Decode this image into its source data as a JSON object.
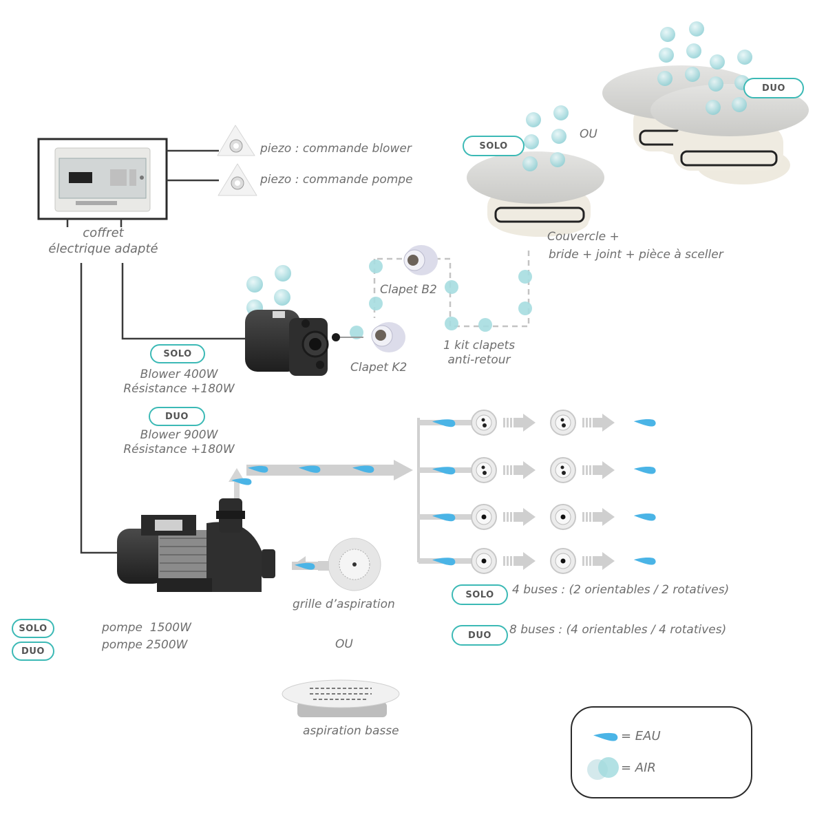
{
  "colors": {
    "water": "#4ab4e6",
    "air": "#9fd8dc",
    "accent_pill_border": "#3bb9b5",
    "wire": "#3a3a3a",
    "arrow": "#c9c9c9",
    "text": "#6e6e6e"
  },
  "coffret": {
    "label_line1": "coffret",
    "label_line2": "électrique adapté"
  },
  "piezo": [
    {
      "label": "piezo : commande blower"
    },
    {
      "label": "piezo : commande pompe"
    }
  ],
  "couvercle": {
    "or_label": "OU",
    "solo_pill": "SOLO",
    "duo_pill": "DUO",
    "caption_line1": "Couvercle +",
    "caption_line2": "bride + joint + pièce à sceller"
  },
  "clapets": {
    "b2": "Clapet B2",
    "k2": "Clapet K2",
    "kit_line1": "1 kit clapets",
    "kit_line2": "anti-retour"
  },
  "blower": {
    "solo_pill": "SOLO",
    "solo_line1": "Blower 400W",
    "solo_line2": "Résistance +180W",
    "duo_pill": "DUO",
    "duo_line1": "Blower 900W",
    "duo_line2": "Résistance +180W"
  },
  "buses": {
    "rows": [
      {
        "type": "orientable"
      },
      {
        "type": "orientable"
      },
      {
        "type": "rotative"
      },
      {
        "type": "rotative"
      }
    ],
    "solo_pill": "SOLO",
    "solo_text": "4 buses : (2 orientables / 2 rotatives)",
    "duo_pill": "DUO",
    "duo_text": "8 buses : (4 orientables / 4 rotatives)"
  },
  "pompe": {
    "solo_pill": "SOLO",
    "duo_pill": "DUO",
    "solo_text": "pompe  1500W",
    "duo_text": "pompe 2500W"
  },
  "aspiration": {
    "grille_label": "grille d’aspiration",
    "or_label": "OU",
    "basse_label": "aspiration basse"
  },
  "legend": {
    "water_label": "= EAU",
    "air_label": "= AIR"
  }
}
